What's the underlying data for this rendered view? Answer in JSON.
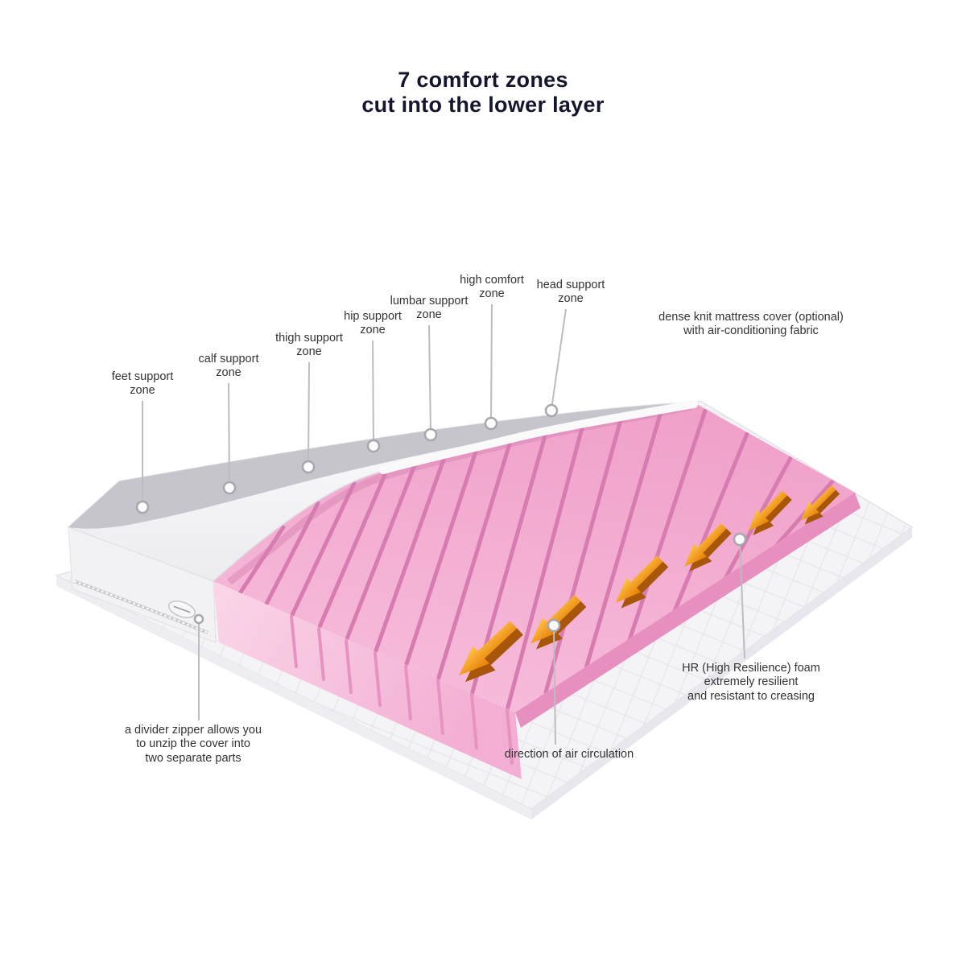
{
  "title": {
    "line1": "7 comfort zones",
    "line2": "cut into the lower layer"
  },
  "callouts": {
    "feet": "feet support\nzone",
    "calf": "calf support\nzone",
    "thigh": "thigh support\nzone",
    "hip": "hip support\nzone",
    "lumbar": "lumbar support\nzone",
    "high_comfort": "high comfort\nzone",
    "head": "head support\nzone",
    "cover": "dense knit mattress cover (optional)\nwith air-conditioning fabric",
    "hr_foam": "HR (High Resilience) foam\nextremely resilient\nand resistant to creasing",
    "air": "direction of air circulation",
    "zipper": "a divider zipper allows you\nto unzip the cover into\ntwo separate parts"
  },
  "colors": {
    "foam_pink": "#f2a7cd",
    "foam_groove": "#d67cb0",
    "cover_light": "#fafafb",
    "cover_shadow_band": "#c5c5cb",
    "arrow_orange": "#ef8a06",
    "base_quilt_white": "#f4f4f7",
    "title_text": "#15152e",
    "label_text": "#333333"
  }
}
